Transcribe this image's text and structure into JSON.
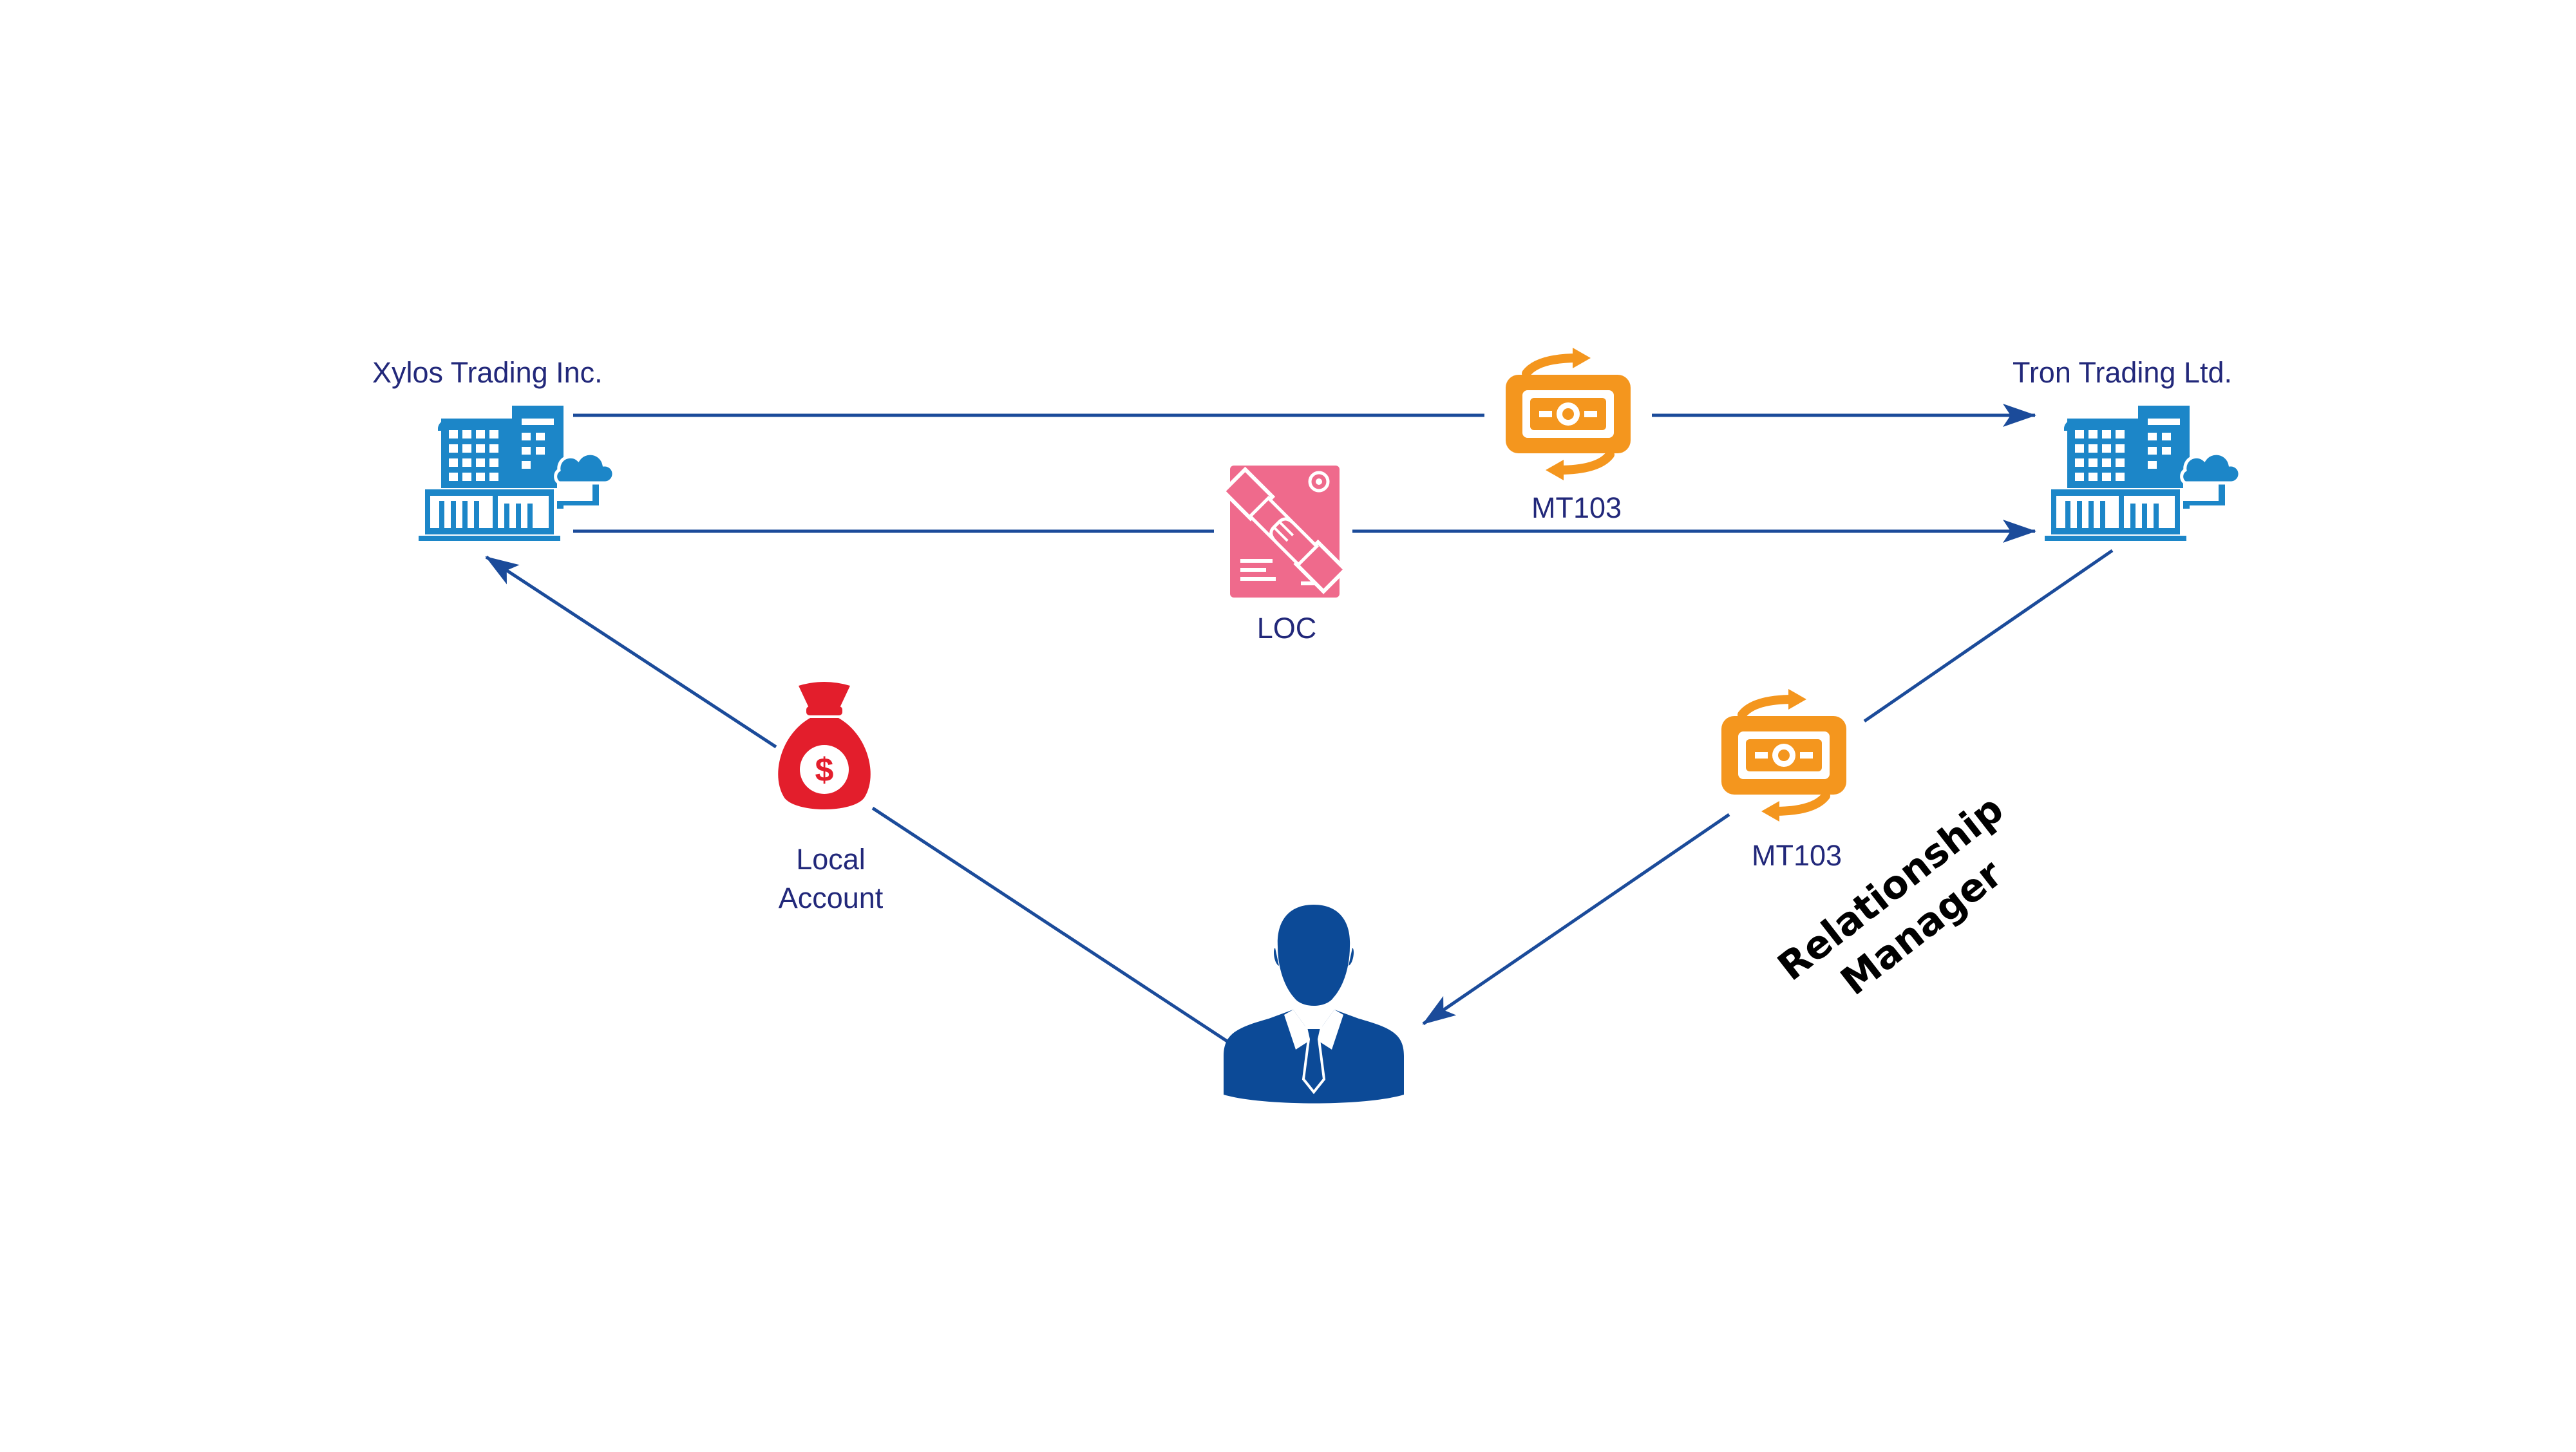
{
  "colors": {
    "arrow": "#1b4b9a",
    "building": "#1c86c8",
    "money": "#f4961e",
    "handshake": "#ef6a8c",
    "bag": "#e31e2c",
    "person": "#0c4a97",
    "label": "#22287a",
    "rm_label": "#000000"
  },
  "nodes": {
    "buyer": {
      "label": "Xylos Trading Inc.",
      "icon": "office-building-icon"
    },
    "seller": {
      "label": "Tron Trading Ltd.",
      "icon": "office-building-icon"
    },
    "payment_top": {
      "label": "MT103",
      "icon": "money-transfer-icon"
    },
    "loc": {
      "label": "LOC",
      "icon": "handshake-contract-icon"
    },
    "local_account": {
      "line1": "Local",
      "line2": "Account",
      "icon": "money-bag-icon"
    },
    "payment_right": {
      "label": "MT103",
      "icon": "money-transfer-icon"
    },
    "manager": {
      "icon": "businessman-icon"
    },
    "relationship_manager": {
      "line1": "Relationship",
      "line2": "Manager"
    }
  }
}
